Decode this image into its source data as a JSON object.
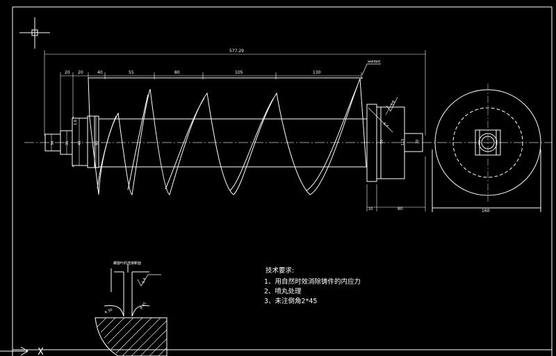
{
  "colors": {
    "background": "#000000",
    "line": "#ffffff",
    "center_line": "#cfcfcf"
  },
  "dimensions": {
    "overall": "577.29",
    "segments": [
      "20",
      "20",
      "40",
      "55",
      "80",
      "105",
      "130"
    ],
    "dia_small": "30",
    "dia_mid": "35",
    "dia_shaft": "40",
    "dia_hub": "80",
    "dia_right_1": "70",
    "dia_right_2": "115",
    "dia_right_3": "30",
    "hub_width_a": "10",
    "hub_width_b": "80",
    "chamfer_left": "1.6",
    "roughness_top": "3.2",
    "roughness_mid": "6.4",
    "roughness_detail": "6.4",
    "end_view_dia": "160",
    "detail_r1": "R 30",
    "detail_r2": "R 45",
    "weld_label": "welded"
  },
  "detail": {
    "title": "螺旋叶的连接断面"
  },
  "notes": {
    "title": "技术要求:",
    "items": [
      "1、用自然时效消除铸件的内应力",
      "2、喷丸处理",
      "3、未注倒角2*45"
    ]
  },
  "ucs": {
    "x_label": "X"
  }
}
